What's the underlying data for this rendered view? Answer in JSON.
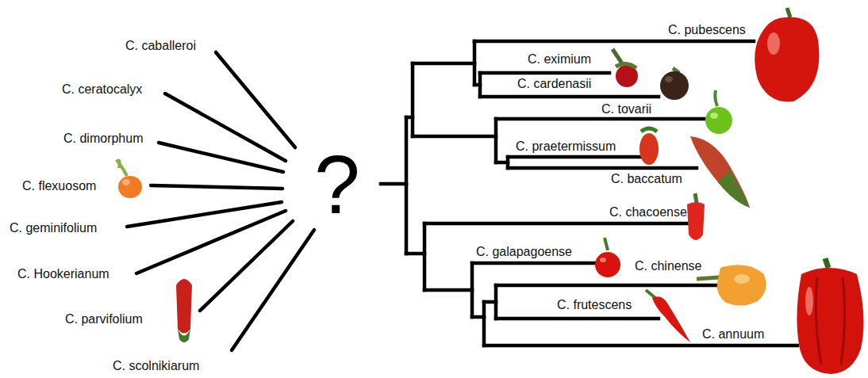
{
  "diagram": {
    "labels": [
      "C. caballeroi",
      "C. ceratocalyx",
      "C. dimorphum",
      "C. flexuosom",
      "C. geminifolium",
      "C. Hookerianum",
      "C. parvifolium",
      "C. scolnikiarum",
      "?",
      "C. pubescens",
      "C. eximium",
      "C. cardenasii",
      "C. tovarii",
      "C. praetermissum",
      "C. baccatum",
      "C. chacoense",
      "C. galapagoense",
      "C. chinense",
      "C. frutescens",
      "C. annuum"
    ]
  }
}
